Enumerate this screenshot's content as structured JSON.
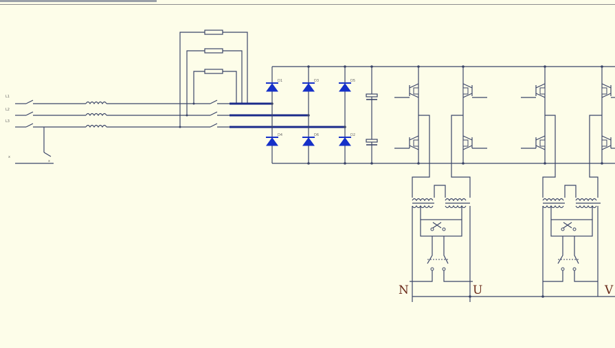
{
  "terminals": {
    "n": "N",
    "u": "U",
    "v": "V"
  },
  "colors": {
    "background": "#fdfde9",
    "wire": "#3a4468",
    "diode": "#1530c8",
    "bus": "#1a2a8a",
    "terminal_text": "#6a2b1a"
  }
}
